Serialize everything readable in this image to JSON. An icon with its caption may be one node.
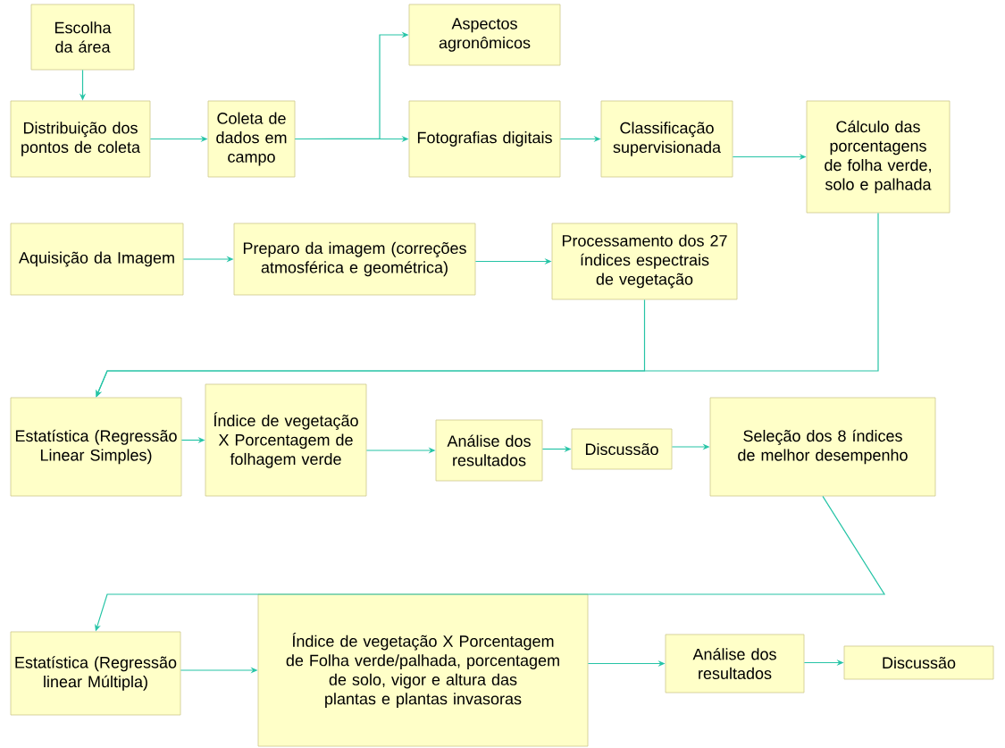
{
  "diagram": {
    "nodes": [
      {
        "text": [
          "Escolha da área"
        ]
      },
      {
        "text": [
          "Distribuição dos pontos de coleta"
        ]
      },
      {
        "text": [
          "Coleta de dados em campo"
        ]
      },
      {
        "text": [
          "Aspectos agronômicos"
        ]
      },
      {
        "text": [
          "Fotografias digitais"
        ]
      },
      {
        "text": [
          "Classificação supervisionada"
        ]
      },
      {
        "text": [
          "Cálculo das porcentagens de folha verde, solo e palhada"
        ]
      },
      {
        "text": [
          "Aquisição da Imagem"
        ]
      },
      {
        "text": [
          "Preparo da imagem (correções atmosférica e geométrica)"
        ]
      },
      {
        "text": [
          "Processamento dos 27 índices espectrais de vegetação"
        ]
      },
      {
        "text": [
          "Estatística (Regressão Linear Simples)"
        ]
      },
      {
        "text": [
          "Índice de vegetação X Porcentagem de folhagem verde"
        ]
      },
      {
        "text": [
          "Análise dos resultados"
        ]
      },
      {
        "text": [
          "Discussão"
        ]
      },
      {
        "text": [
          "Seleção dos 8 índices de melhor desempenho"
        ]
      },
      {
        "text": [
          "Estatística (Regressão linear Múltipla)"
        ]
      },
      {
        "text": [
          "Índice de vegetação X Porcentagem de Folha verde/palhada, porcentagem de solo, vigor e altura das plantas e plantas invasoras"
        ]
      },
      {
        "text": [
          "Análise dos resultados"
        ]
      },
      {
        "text": [
          "Discussão"
        ]
      }
    ],
    "edges": [
      {
        "from": 0,
        "to": 1,
        "arrow": "to"
      },
      {
        "from": 1,
        "to": 2,
        "arrow": "to"
      },
      {
        "from": 2,
        "to": 3,
        "arrow": "to"
      },
      {
        "from": 2,
        "to": 4,
        "arrow": "to"
      },
      {
        "from": 4,
        "to": 5,
        "arrow": "to"
      },
      {
        "from": 5,
        "to": 6,
        "arrow": "to"
      },
      {
        "from": 6,
        "to": 10,
        "arrow": "to"
      },
      {
        "from": 7,
        "to": 8,
        "arrow": "to"
      },
      {
        "from": 8,
        "to": 9,
        "arrow": "to"
      },
      {
        "from": 9,
        "to": 10,
        "arrow": "to"
      },
      {
        "from": 10,
        "to": 11,
        "arrow": "to"
      },
      {
        "from": 11,
        "to": 12,
        "arrow": "to"
      },
      {
        "from": 12,
        "to": 13,
        "arrow": "to"
      },
      {
        "from": 13,
        "to": 14,
        "arrow": "to"
      },
      {
        "from": 14,
        "to": 15,
        "arrow": "to"
      },
      {
        "from": 15,
        "to": 16,
        "arrow": "to"
      },
      {
        "from": 16,
        "to": 17,
        "arrow": "to"
      },
      {
        "from": 17,
        "to": 18,
        "arrow": "to"
      }
    ]
  }
}
